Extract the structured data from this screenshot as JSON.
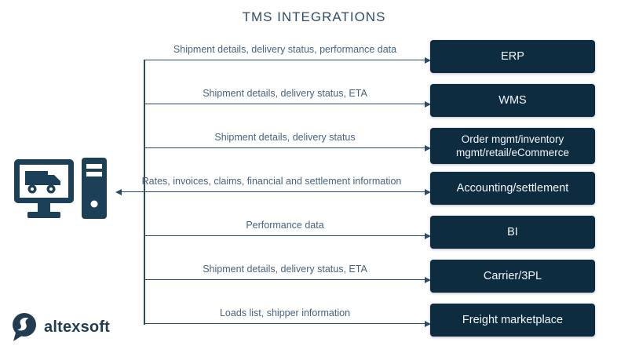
{
  "title": "TMS INTEGRATIONS",
  "colors": {
    "box_fill": "#0e2c40",
    "line": "#2b4a66",
    "label_text": "#47637c",
    "title_text": "#2f4d68",
    "icon_fill": "#1c4058",
    "brand_text": "#223c52",
    "box_text": "#f4f7f9"
  },
  "source_node": {
    "icon": "tms-computer-with-truck-icon"
  },
  "rows": [
    {
      "label": "Shipment details, delivery status, performance data",
      "box": "ERP"
    },
    {
      "label": "Shipment details, delivery status, ETA",
      "box": "WMS"
    },
    {
      "label": "Shipment details, delivery status",
      "box": "Order mgmt/inventory mgmt/retail/eCommerce"
    },
    {
      "label": "Rates, invoices, claims, financial and settlement information",
      "box": "Accounting/settlement"
    },
    {
      "label": "Performance data",
      "box": "BI"
    },
    {
      "label": "Shipment details, delivery status, ETA",
      "box": "Carrier/3PL"
    },
    {
      "label": "Loads list, shipper information",
      "box": "Freight marketplace"
    }
  ],
  "logo": {
    "brand": "altexsoft"
  }
}
